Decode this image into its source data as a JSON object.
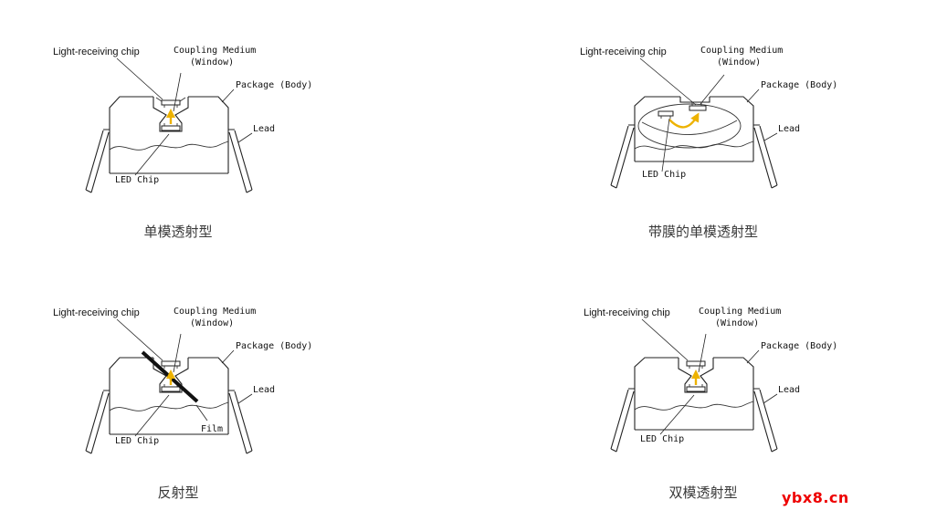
{
  "page": {
    "background": "#ffffff"
  },
  "colors": {
    "arrow": "#edb200",
    "line": "#222222"
  },
  "watermark": {
    "text": "ybx8.cn",
    "color": "#ee0000"
  },
  "panels": [
    {
      "caption": "单模透射型",
      "labels": {
        "light_receiving_chip": "Light-receiving chip",
        "coupling_medium_line1": "Coupling Medium",
        "coupling_medium_line2": "(Window)",
        "package_body": "Package (Body)",
        "lead": "Lead",
        "led_chip": "LED Chip"
      }
    },
    {
      "caption": "带膜的单模透射型",
      "labels": {
        "light_receiving_chip": "Light-receiving chip",
        "coupling_medium_line1": "Coupling Medium",
        "coupling_medium_line2": "(Window)",
        "package_body": "Package (Body)",
        "lead": "Lead",
        "led_chip": "LED Chip"
      }
    },
    {
      "caption": "反射型",
      "labels": {
        "light_receiving_chip": "Light-receiving chip",
        "coupling_medium_line1": "Coupling Medium",
        "coupling_medium_line2": "(Window)",
        "package_body": "Package (Body)",
        "lead": "Lead",
        "led_chip": "LED Chip",
        "film": "Film"
      }
    },
    {
      "caption": "双模透射型",
      "labels": {
        "light_receiving_chip": "Light-receiving chip",
        "coupling_medium_line1": "Coupling Medium",
        "coupling_medium_line2": "(Window)",
        "package_body": "Package (Body)",
        "lead": "Lead",
        "led_chip": "LED Chip"
      }
    }
  ]
}
